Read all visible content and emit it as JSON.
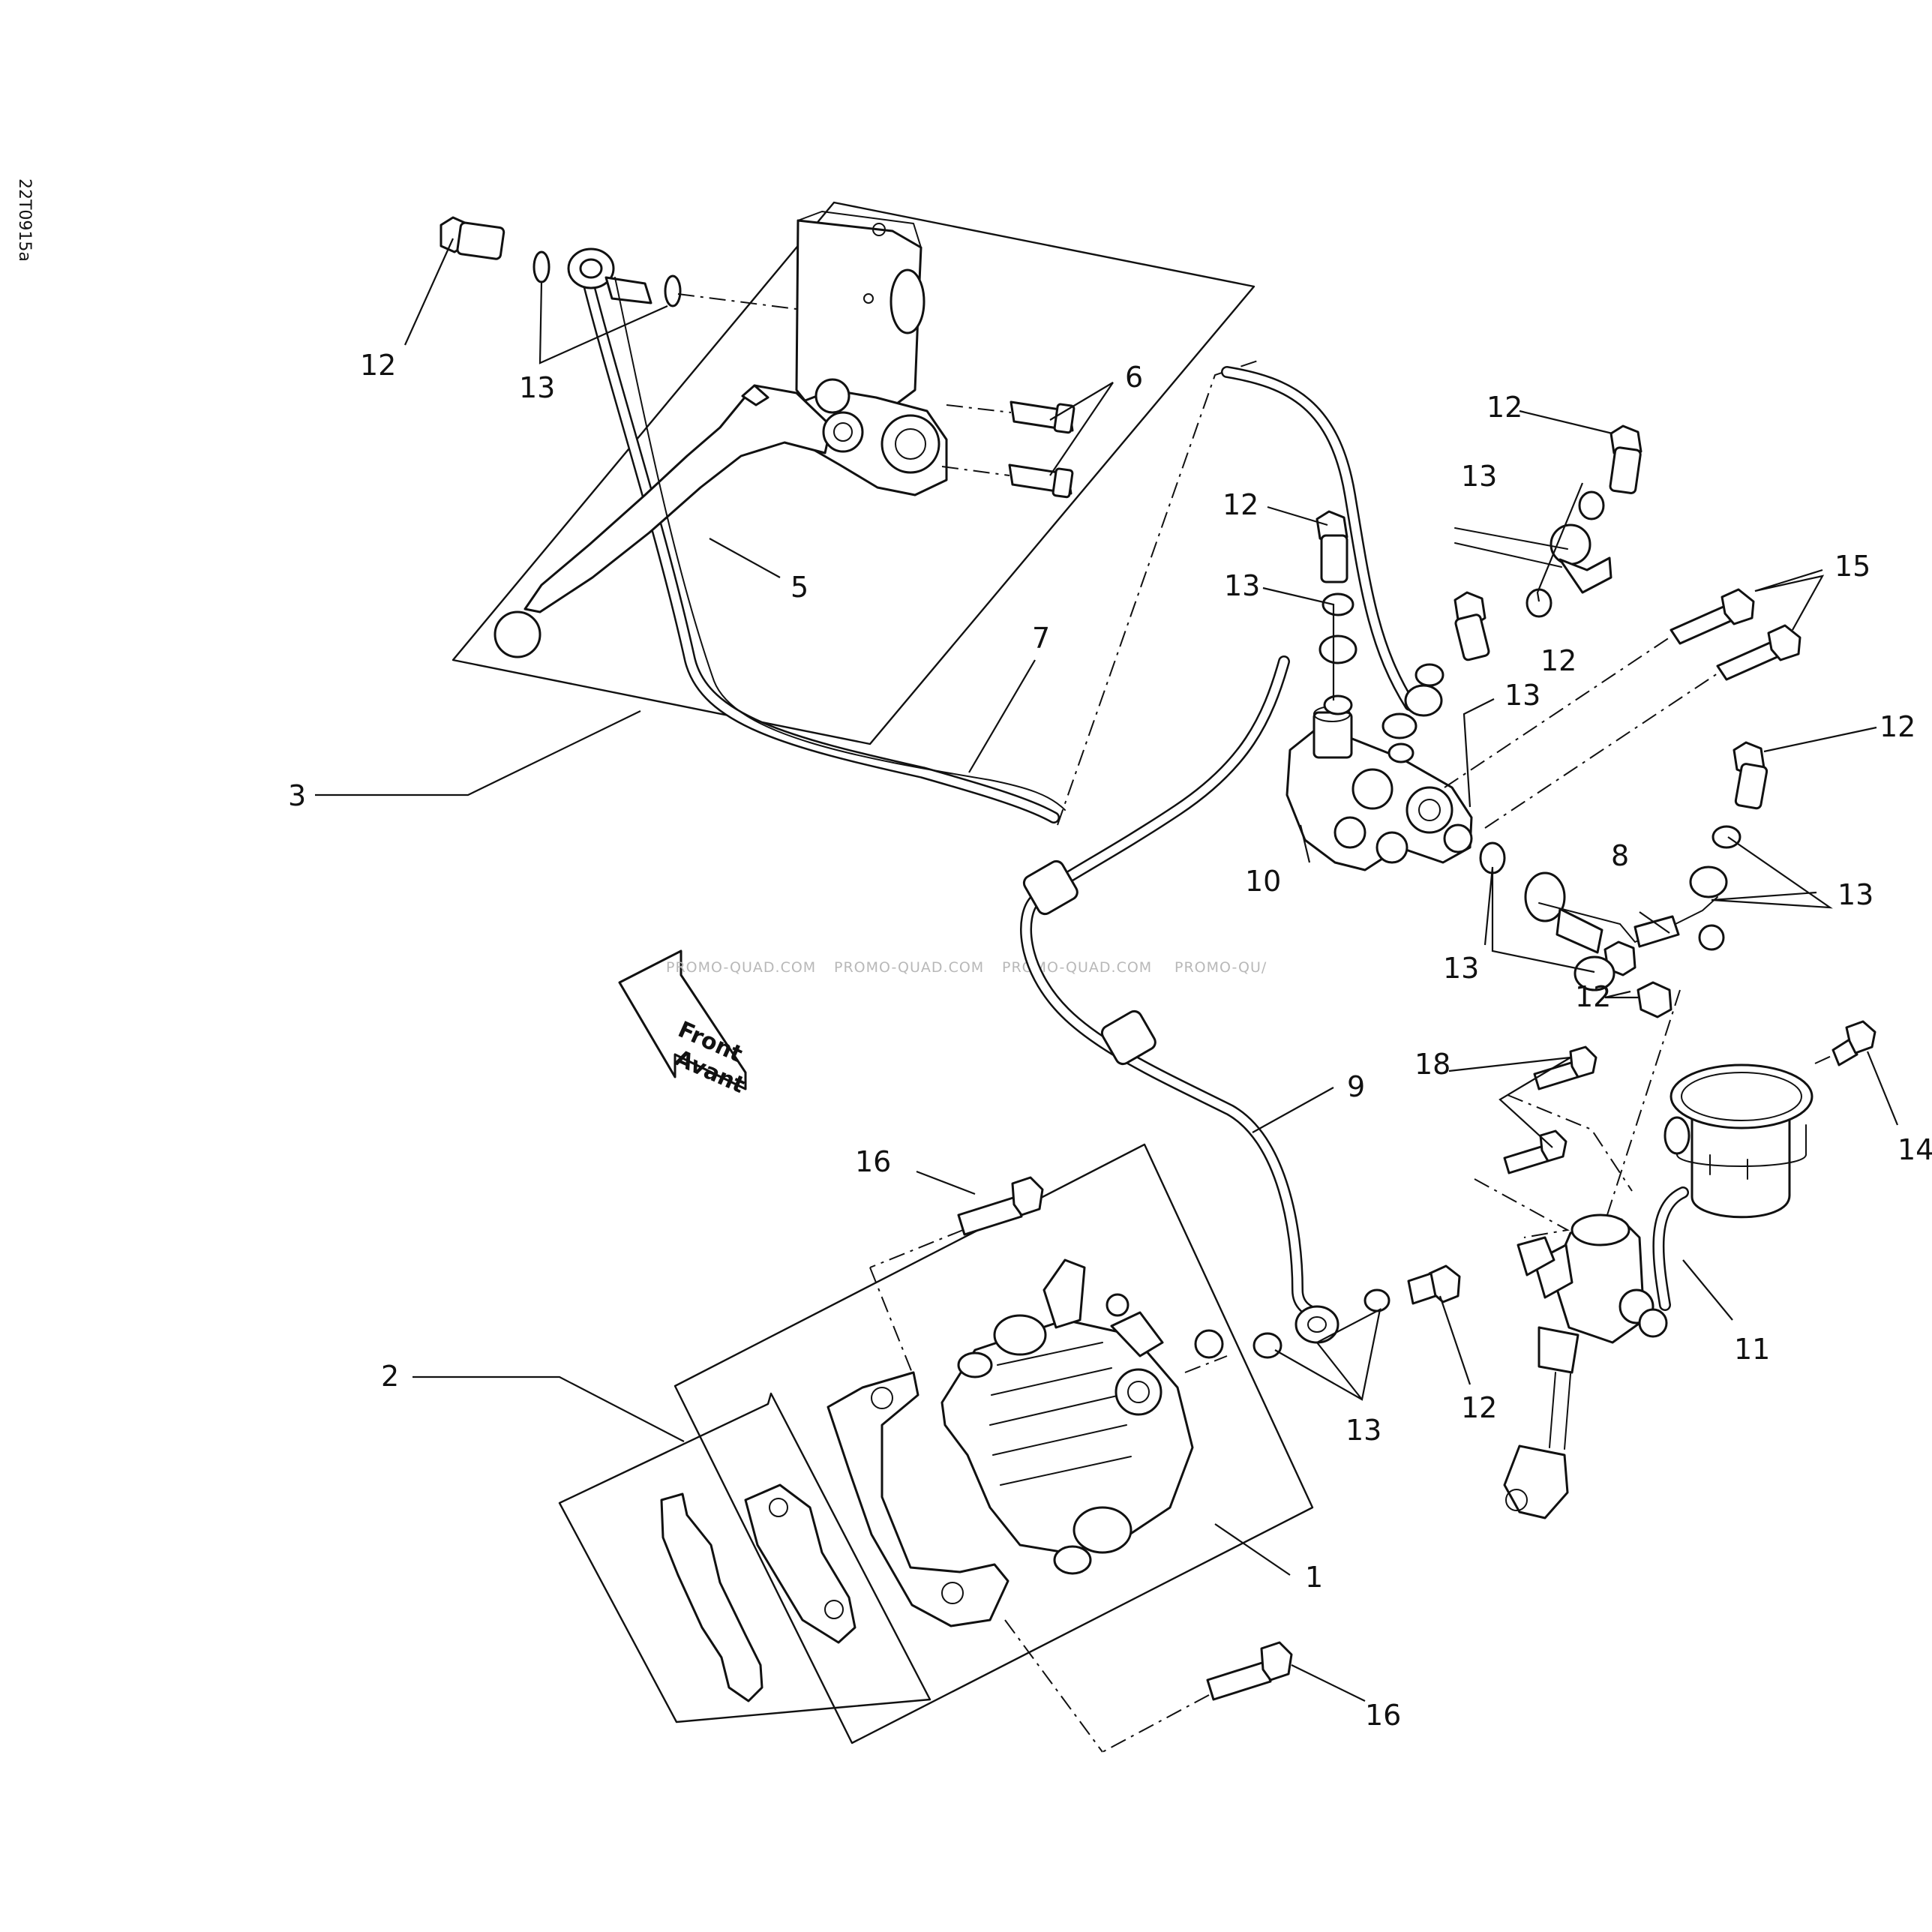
{
  "document": {
    "drawing_id": "22T0915a",
    "watermark": [
      "PROMO-QUAD.COM",
      "PROMO-QUAD.COM",
      "PROMO-QUAD.COM",
      "PROMO-QU/"
    ],
    "direction_arrow": {
      "line1": "Front",
      "line2": "Avant"
    }
  },
  "callouts": [
    {
      "id": "c12a",
      "label": "12"
    },
    {
      "id": "c13a",
      "label": "13"
    },
    {
      "id": "c6",
      "label": "6"
    },
    {
      "id": "c5",
      "label": "5"
    },
    {
      "id": "c7",
      "label": "7"
    },
    {
      "id": "c3",
      "label": "3"
    },
    {
      "id": "c12b",
      "label": "12"
    },
    {
      "id": "c13b",
      "label": "13"
    },
    {
      "id": "c12c",
      "label": "12"
    },
    {
      "id": "c13c",
      "label": "13"
    },
    {
      "id": "c15",
      "label": "15"
    },
    {
      "id": "c12d",
      "label": "12"
    },
    {
      "id": "c13d",
      "label": "13"
    },
    {
      "id": "c12e",
      "label": "12"
    },
    {
      "id": "c10",
      "label": "10"
    },
    {
      "id": "c8",
      "label": "8"
    },
    {
      "id": "c13e",
      "label": "13"
    },
    {
      "id": "c13f",
      "label": "13"
    },
    {
      "id": "c12f",
      "label": "12"
    },
    {
      "id": "c9",
      "label": "9"
    },
    {
      "id": "c18",
      "label": "18"
    },
    {
      "id": "c14",
      "label": "14"
    },
    {
      "id": "c16a",
      "label": "16"
    },
    {
      "id": "c2",
      "label": "2"
    },
    {
      "id": "c11",
      "label": "11"
    },
    {
      "id": "c12g",
      "label": "12"
    },
    {
      "id": "c13g",
      "label": "13"
    },
    {
      "id": "c1",
      "label": "1"
    },
    {
      "id": "c16b",
      "label": "16"
    }
  ]
}
